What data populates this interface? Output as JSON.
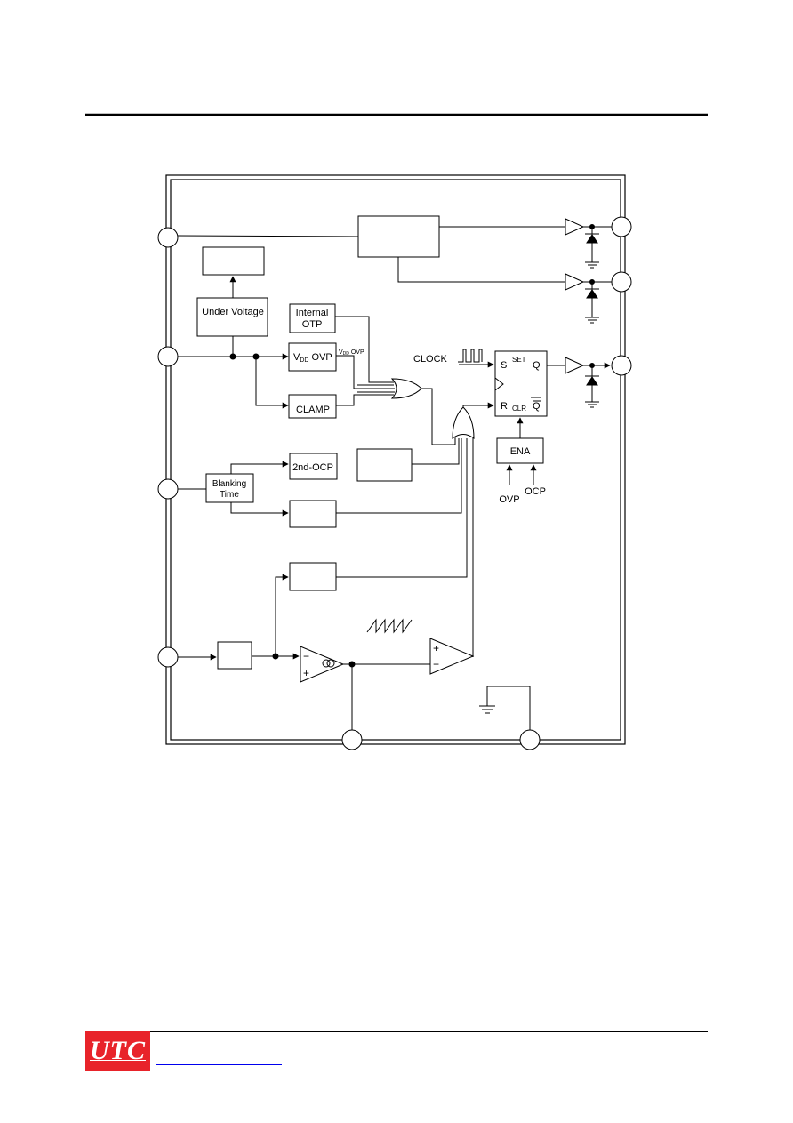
{
  "diagram": {
    "blocks": {
      "under_voltage": "Under Voltage",
      "internal_otp_line1": "Internal",
      "internal_otp_line2": "OTP",
      "vdd_ovp_main": "V",
      "vdd_ovp_sub": "DD",
      "vdd_ovp_tail": " OVP",
      "vdd_ovp_small": "V",
      "vdd_ovp_small_sub": "DD",
      "vdd_ovp_small_tail": " OVP",
      "clamp": "CLAMP",
      "blanking_line1": "Blanking",
      "blanking_line2": "Time",
      "second_ocp": "2nd-OCP",
      "ena": "ENA"
    },
    "flipflop": {
      "s": "S",
      "set": "SET",
      "q": "Q",
      "r": "R",
      "clr": "CLR",
      "qbar": "Q"
    },
    "signals": {
      "clock": "CLOCK",
      "ovp": "OVP",
      "ocp": "OCP"
    },
    "opamp": {
      "minus": "−",
      "plus": "+"
    }
  }
}
